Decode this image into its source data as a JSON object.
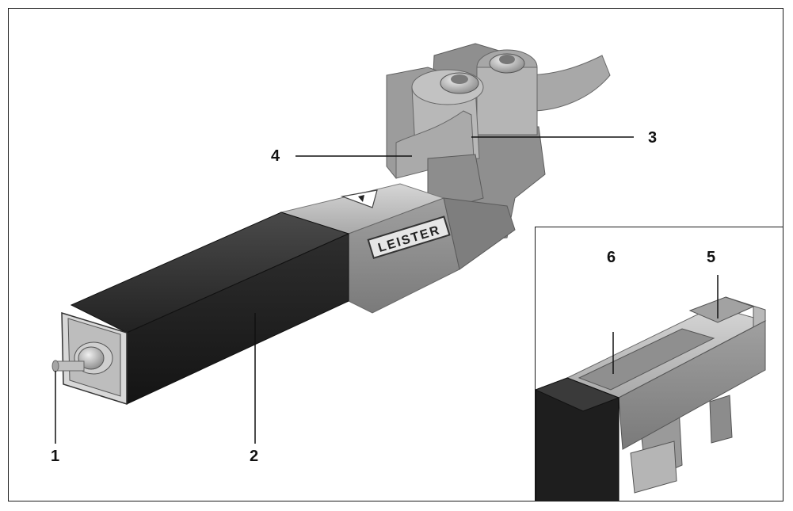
{
  "figure": {
    "brand_text": "LEISTER",
    "callouts": [
      {
        "id": "1",
        "label": "1"
      },
      {
        "id": "2",
        "label": "2"
      },
      {
        "id": "3",
        "label": "3"
      },
      {
        "id": "4",
        "label": "4"
      },
      {
        "id": "5",
        "label": "5"
      },
      {
        "id": "6",
        "label": "6"
      }
    ]
  },
  "colors": {
    "heater_black": "#2b2b2b",
    "housing_gray": "#9a9a9a",
    "light_gray": "#c8c8c8",
    "line": "#111111"
  }
}
